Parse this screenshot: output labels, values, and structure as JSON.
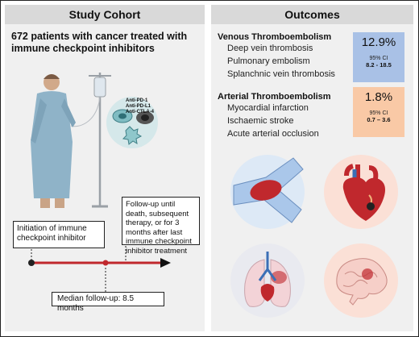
{
  "left": {
    "header": "Study Cohort",
    "cohort_text": "672 patients with cancer treated with immune checkpoint inhibitors",
    "drugs": [
      "Anti-PD-1",
      "Anti-PD-L1",
      "Anti-CTLA-4"
    ],
    "box_initiation": "Initiation of immune checkpoint inhibitor",
    "box_followup": "Follow-up until death, subsequent therapy, or for 3 months after last immune checkpoint inhibitor treatment",
    "box_median": "Median follow-up: 8.5 months"
  },
  "right": {
    "header": "Outcomes",
    "vte": {
      "title": "Venous Thromboembolism",
      "items": [
        "Deep vein thrombosis",
        "Pulmonary embolism",
        "Splanchnic vein thrombosis"
      ],
      "percent": "12.9%",
      "ci_label": "95% CI",
      "ci_range": "8.2 - 18.5",
      "color": "#a9c1e6"
    },
    "ate": {
      "title": "Arterial Thromboembolism",
      "items": [
        "Myocardial infarction",
        "Ischaemic stroke",
        "Acute arterial occlusion"
      ],
      "percent": "1.8%",
      "ci_label": "95% CI",
      "ci_range": "0.7 – 3.6",
      "color": "#f9c9a6"
    },
    "illustrations": [
      "vein-thrombus-icon",
      "heart-icon",
      "lungs-icon",
      "brain-icon"
    ]
  },
  "colors": {
    "timeline_red": "#c0282d",
    "panel_bg": "#f0f0f0",
    "header_bg": "#d9d9d9"
  }
}
